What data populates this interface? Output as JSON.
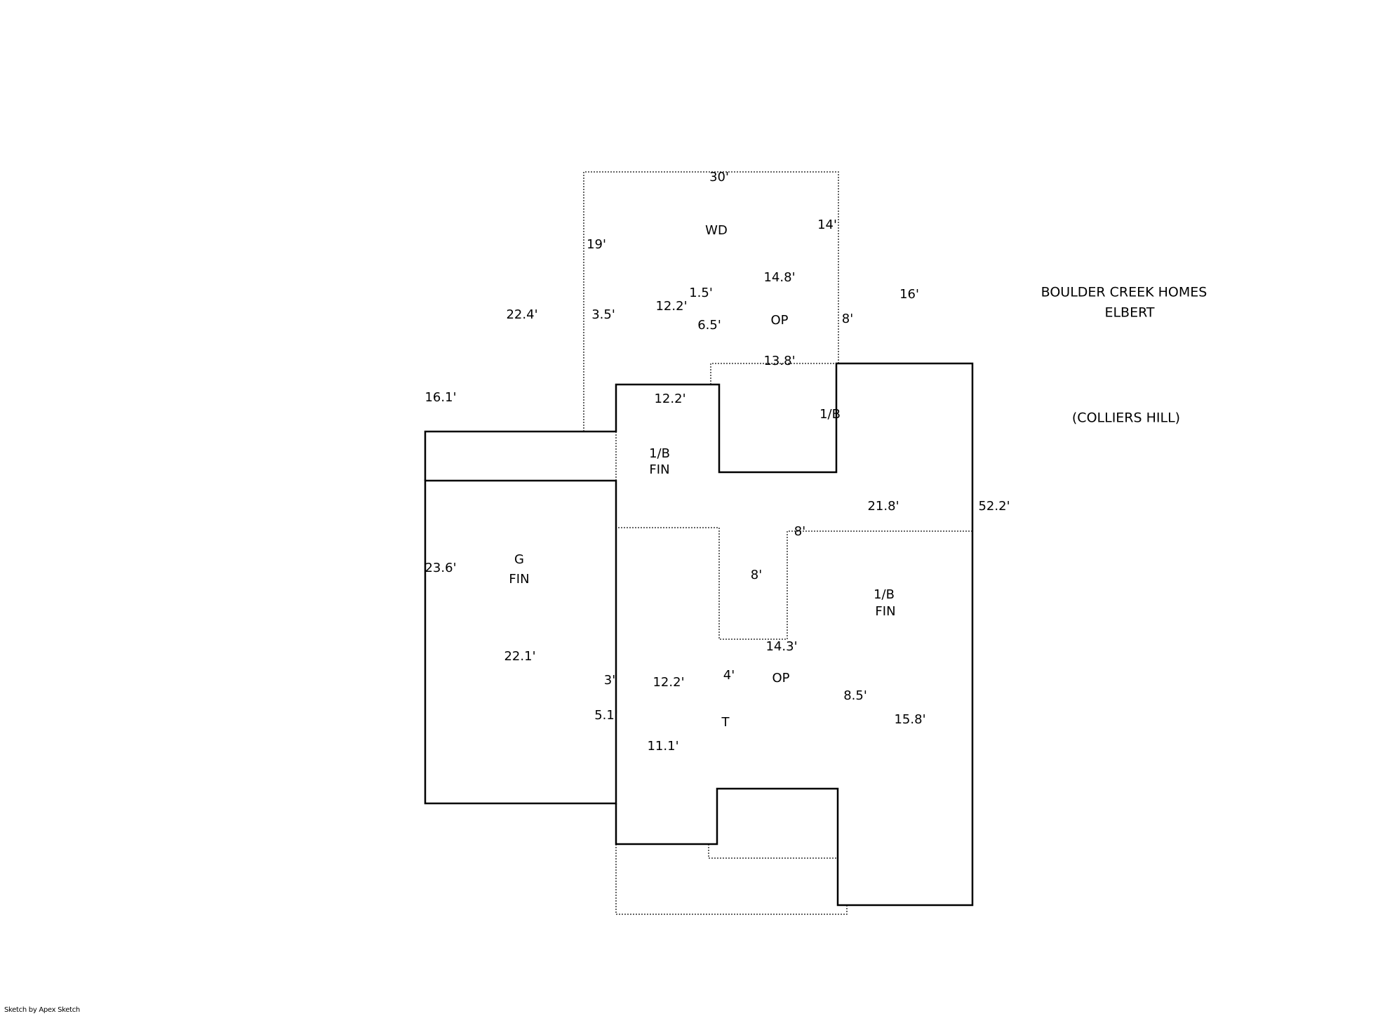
{
  "header": {
    "line1": "BOULDER CREEK HOMES",
    "line2": "ELBERT",
    "line3": "(COLLIERS  HILL)"
  },
  "areas": {
    "wd": "WD",
    "op_top": "OP",
    "living_upper": "1/B",
    "living_mid": [
      "1/B",
      "FIN"
    ],
    "living_lower": [
      "1/B",
      "FIN"
    ],
    "garage": [
      "G",
      "FIN"
    ],
    "op_bottom": "OP",
    "terrace": "T"
  },
  "dimensions": {
    "wd_top": "30'",
    "wd_left": "19'",
    "wd_right": "14'",
    "op_top_top": "14.8'",
    "step_small": "1.5'",
    "right_top": "16'",
    "main_top": "22.4'",
    "step_left": "3.5'",
    "bump_top": "12.2'",
    "op_left": "6.5'",
    "op_right": "8'",
    "op_bottom_edge": "13.8'",
    "left_upper": "16.1'",
    "inner_12": "12.2'",
    "right_side": "52.2'",
    "inner_21": "21.8'",
    "inner_8_v": "8'",
    "garage_left": "23.6'",
    "inner_8_h": "8'",
    "op2_top": "14.3'",
    "garage_bottom": "22.1'",
    "op2_left": "4'",
    "step_3": "3'",
    "bottom_12": "12.2'",
    "op2_right": "8.5'",
    "t_left": "5.1'",
    "bottom_right": "15.8'",
    "t_bottom": "11.1'"
  },
  "footer": "Sketch by Apex Sketch"
}
